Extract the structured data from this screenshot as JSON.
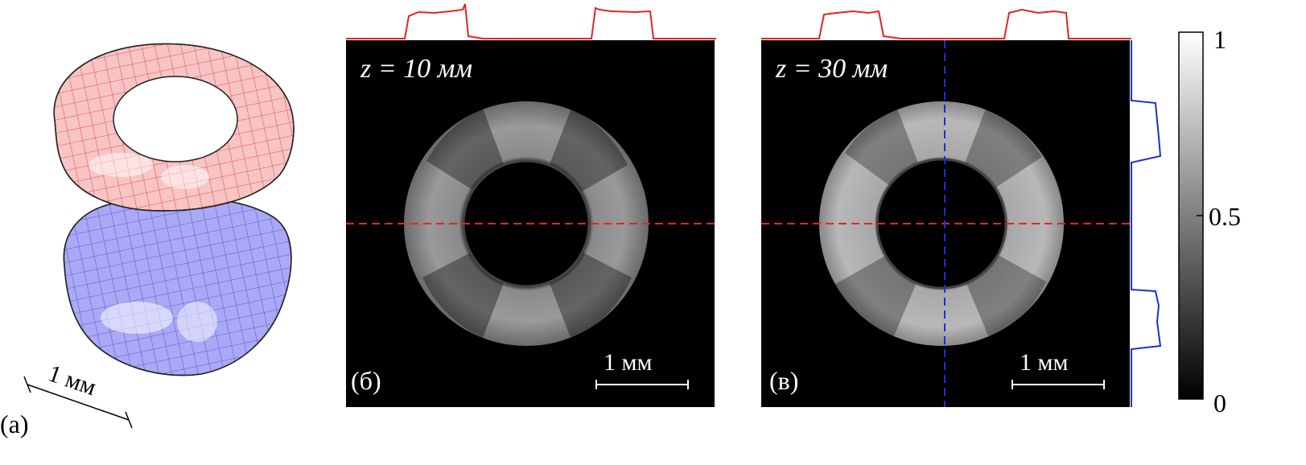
{
  "panel_a": {
    "label": "(a)",
    "scale_label": "1 мм",
    "colors": {
      "top_fill": "#f8c4c4",
      "top_grid": "#d9535a",
      "bottom_fill": "#a9a9f5",
      "bottom_grid": "#5a5ad6"
    }
  },
  "panel_b": {
    "label": "(б)",
    "z_label": "z = 10 мм",
    "scale_label": "1 мм"
  },
  "panel_c": {
    "label": "(в)",
    "z_label": "z = 30 мм",
    "scale_label": "1 мм"
  },
  "colorbar": {
    "ticks": [
      "1",
      "0.5",
      "0"
    ]
  },
  "colors": {
    "horizontal_profile": "#e8231e",
    "vertical_profile": "#1a2fd6",
    "image_bg": "#000000"
  }
}
